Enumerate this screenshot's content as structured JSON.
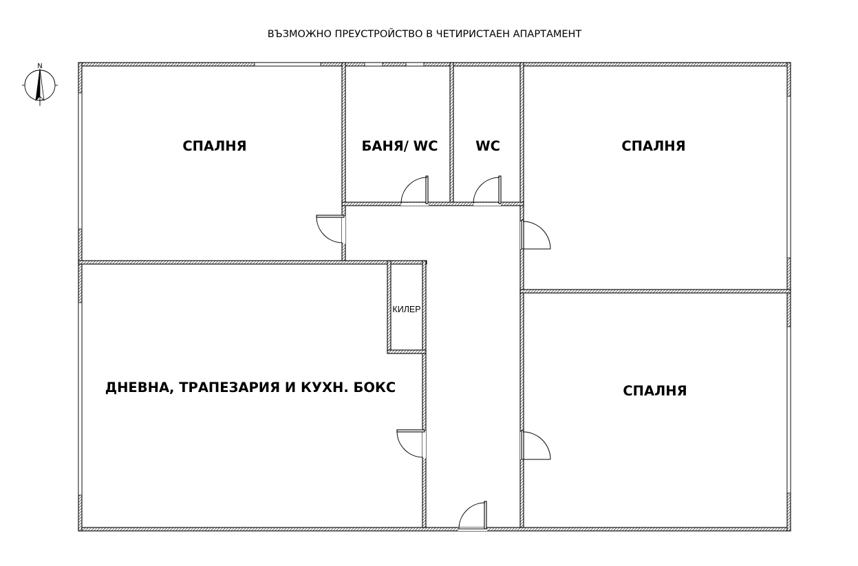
{
  "title": "ВЪЗМОЖНО ПРЕУСТРОЙСТВО В ЧЕТИРИСТАЕН АПАРТАМЕНТ",
  "compass": {
    "north_letter": "N"
  },
  "rooms": {
    "bedroom_top_left": "СПАЛНЯ",
    "bathroom": "БАНЯ/ WC",
    "wc": "WC",
    "bedroom_top_right": "СПАЛНЯ",
    "storage": "КИЛЕР",
    "living_room": "ДНЕВНА, ТРАПЕЗАРИЯ И КУХН. БОКС",
    "bedroom_bottom_right": "СПАЛНЯ"
  },
  "colors": {
    "ink": "#000000",
    "paper": "#ffffff"
  }
}
